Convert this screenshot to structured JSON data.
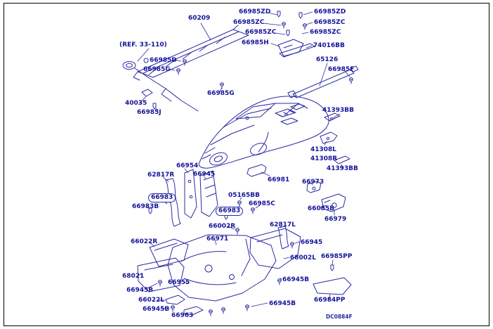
{
  "diagram": {
    "type": "exploded-parts-diagram",
    "subject": "vehicle front body panels and under covers",
    "drawing_code": "DC0884F",
    "colors": {
      "line": "#2a2aa4",
      "label_text": "#14149a",
      "frame": "#000000",
      "background": "#ffffff"
    }
  },
  "labels": [
    {
      "text": "60209"
    },
    {
      "text": "66985ZD"
    },
    {
      "text": "66985ZC"
    },
    {
      "text": "66985ZC"
    },
    {
      "text": "66985H"
    },
    {
      "text": "66985ZD"
    },
    {
      "text": "66985ZC"
    },
    {
      "text": "66985ZC"
    },
    {
      "text": "74016BB"
    },
    {
      "text": "(REF. 33-110)"
    },
    {
      "text": "66985D"
    },
    {
      "text": "66985G"
    },
    {
      "text": "65126"
    },
    {
      "text": "66985F"
    },
    {
      "text": "66985G"
    },
    {
      "text": "40035"
    },
    {
      "text": "66985J"
    },
    {
      "text": "41393BB"
    },
    {
      "text": "41308L"
    },
    {
      "text": "41308R"
    },
    {
      "text": "41393BB"
    },
    {
      "text": "66954"
    },
    {
      "text": "66945"
    },
    {
      "text": "62817R"
    },
    {
      "text": "66981"
    },
    {
      "text": "66973"
    },
    {
      "text": "66983"
    },
    {
      "text": "66983B"
    },
    {
      "text": "05165BB"
    },
    {
      "text": "66985C"
    },
    {
      "text": "66085B"
    },
    {
      "text": "66979"
    },
    {
      "text": "66983"
    },
    {
      "text": "66002R"
    },
    {
      "text": "62817L"
    },
    {
      "text": "66022R"
    },
    {
      "text": "66971"
    },
    {
      "text": "66945"
    },
    {
      "text": "68002L"
    },
    {
      "text": "66985PP"
    },
    {
      "text": "68021"
    },
    {
      "text": "66955"
    },
    {
      "text": "66945B"
    },
    {
      "text": "66945B"
    },
    {
      "text": "66022L"
    },
    {
      "text": "66945B"
    },
    {
      "text": "66963"
    },
    {
      "text": "66945B"
    },
    {
      "text": "66984PP"
    },
    {
      "text": "DC0884F"
    }
  ]
}
